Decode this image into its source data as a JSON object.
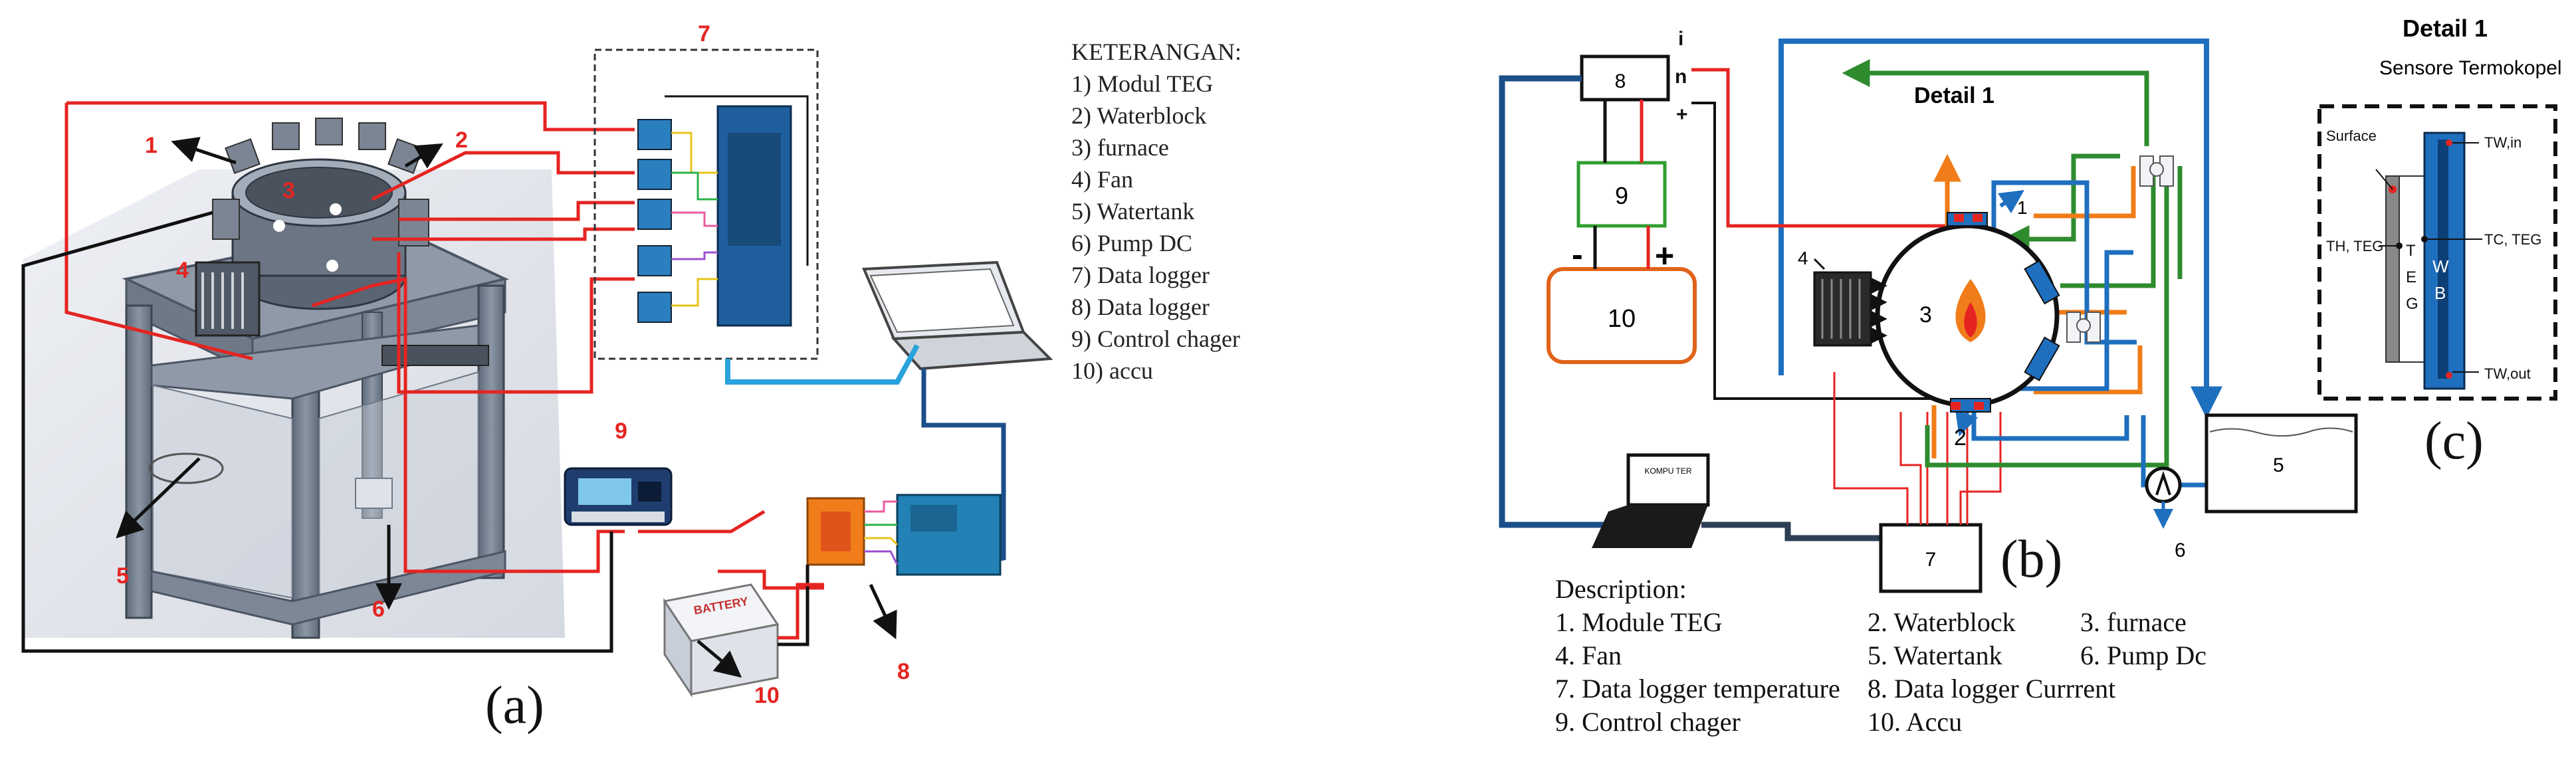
{
  "panel_a": {
    "caption": "(a)",
    "callouts": [
      "1",
      "2",
      "3",
      "4",
      "5",
      "6",
      "7",
      "8",
      "9",
      "10"
    ],
    "legend_title": "KETERANGAN:",
    "legend": [
      "1) Modul TEG",
      "2) Waterblock",
      "3) furnace",
      "4)  Fan",
      "5) Watertank",
      "6) Pump DC",
      "7) Data logger",
      "8) Data logger",
      "9)   Control chager",
      "10) accu"
    ],
    "battery_text": "BATTERY"
  },
  "panel_b": {
    "caption": "(b)",
    "detail_label": "Detail 1",
    "terminals": [
      "i",
      "n",
      "+"
    ],
    "box_labels": [
      "8",
      "9",
      "10",
      "7",
      "5",
      "6",
      "1",
      "2",
      "3",
      "4"
    ],
    "polarity": [
      "-",
      "+"
    ],
    "laptop_text": "KOMPU\nTER",
    "description_title": "Description:",
    "description": [
      [
        "1. Module TEG",
        "2. Waterblock",
        "3. furnace"
      ],
      [
        " 4. Fan",
        "5. Watertank",
        "6. Pump Dc"
      ],
      [
        "7. Data logger temperature",
        "8. Data logger Currrent",
        ""
      ],
      [
        "9. Control chager",
        "10. Accu",
        ""
      ]
    ]
  },
  "panel_c": {
    "caption": "(c)",
    "title": "Detail 1",
    "subtitle": "Sensore Termokopel",
    "surface": "Surface",
    "teg": [
      "T",
      "E",
      "G"
    ],
    "wb": [
      "W",
      "B"
    ],
    "sensor_labels": {
      "th": "TH, TEG",
      "tc": "TC, TEG",
      "tin": "TW,in",
      "tout": "TW,out"
    }
  },
  "colors": {
    "red_wire": "#e52421",
    "blue_pipe": "#1f6fbf",
    "green_pipe": "#2e8b2e",
    "orange_pipe": "#f07d1a",
    "dark_blue": "#1c4f8a",
    "frame": "#7e8a99"
  }
}
